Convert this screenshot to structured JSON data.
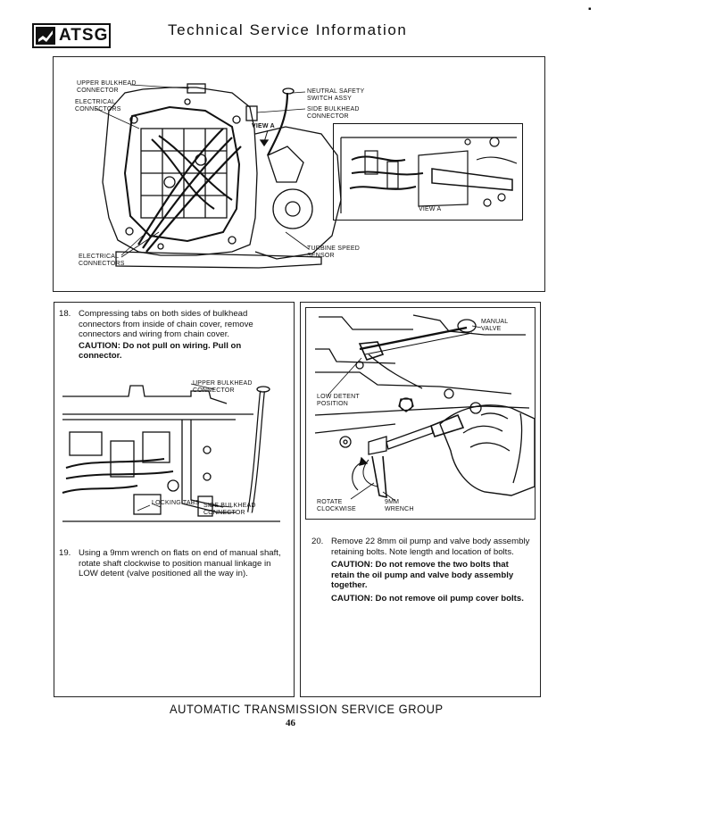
{
  "header": {
    "logo_text": "ATSG",
    "title": "Technical Service Information",
    "corner_mark": "▪"
  },
  "figure_top": {
    "labels": {
      "upper_bulkhead": "UPPER BULKHEAD\nCONNECTOR",
      "electrical_upper": "ELECTRICAL\nCONNECTORS",
      "neutral_safety": "NEUTRAL SAFETY\nSWITCH ASSY",
      "side_bulkhead": "SIDE BULKHEAD\nCONNECTOR",
      "view_a": "VIEW A",
      "view_a_inset": "VIEW A",
      "turbine_speed": "TURBINE SPEED\nSENSOR",
      "electrical_lower": "ELECTRICAL\nCONNECTORS"
    }
  },
  "step18": {
    "number": "18.",
    "text": "Compressing tabs on both sides of bulkhead connectors from inside of chain cover, remove connectors and wiring from chain cover.",
    "caution": "CAUTION: Do not pull on wiring. Pull on connector.",
    "labels": {
      "upper_bulkhead": "UPPER BULKHEAD\nCONNECTOR",
      "locking_tabs": "LOCKING TABS",
      "side_bulkhead": "SIDE BULKHEAD\nCONNECTOR"
    }
  },
  "step19": {
    "number": "19.",
    "text": "Using a 9mm wrench on flats on end of manual shaft, rotate shaft clockwise to position manual linkage in LOW detent (valve positioned all the way in)."
  },
  "figure_right": {
    "labels": {
      "manual_valve": "MANUAL\nVALVE",
      "low_detent": "LOW DETENT\nPOSITION",
      "rotate": "ROTATE\nCLOCKWISE",
      "wrench": "9mm\nWRENCH"
    }
  },
  "step20": {
    "number": "20.",
    "text": "Remove 22 8mm oil pump and valve body assembly retaining bolts. Note length and location of bolts.",
    "caution1": "CAUTION: Do not remove the two bolts that retain the oil pump and valve body assembly together.",
    "caution2": "CAUTION: Do not remove oil pump cover bolts."
  },
  "footer": {
    "org": "AUTOMATIC TRANSMISSION SERVICE GROUP",
    "page_number": "46"
  }
}
